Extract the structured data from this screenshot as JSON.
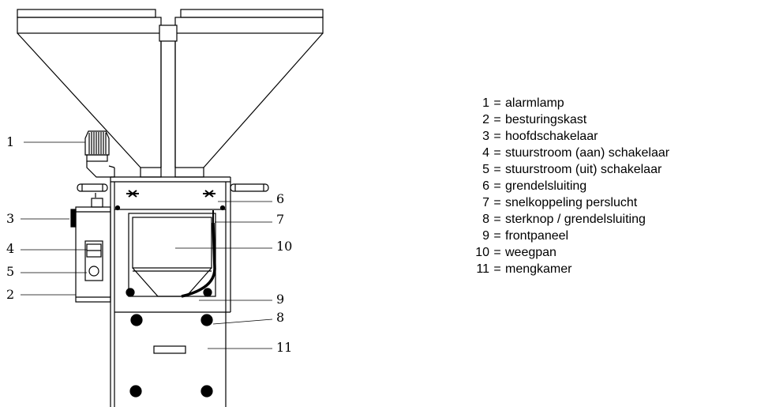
{
  "callouts": {
    "c1": "1",
    "c2": "2",
    "c3": "3",
    "c4": "4",
    "c5": "5",
    "c6": "6",
    "c7": "7",
    "c8": "8",
    "c9": "9",
    "c10": "10",
    "c11": "11"
  },
  "legend": {
    "separator": "=",
    "items": [
      {
        "number": "1",
        "label": "alarmlamp"
      },
      {
        "number": "2",
        "label": "besturingskast"
      },
      {
        "number": "3",
        "label": "hoofdschakelaar"
      },
      {
        "number": "4",
        "label": "stuurstroom (aan) schakelaar"
      },
      {
        "number": "5",
        "label": "stuurstroom (uit) schakelaar"
      },
      {
        "number": "6",
        "label": "grendelsluiting"
      },
      {
        "number": "7",
        "label": "snelkoppeling perslucht"
      },
      {
        "number": "8",
        "label": "sterknop / grendelsluiting"
      },
      {
        "number": "9",
        "label": "frontpaneel"
      },
      {
        "number": "10",
        "label": "weegpan"
      },
      {
        "number": "11",
        "label": "mengkamer"
      }
    ]
  }
}
